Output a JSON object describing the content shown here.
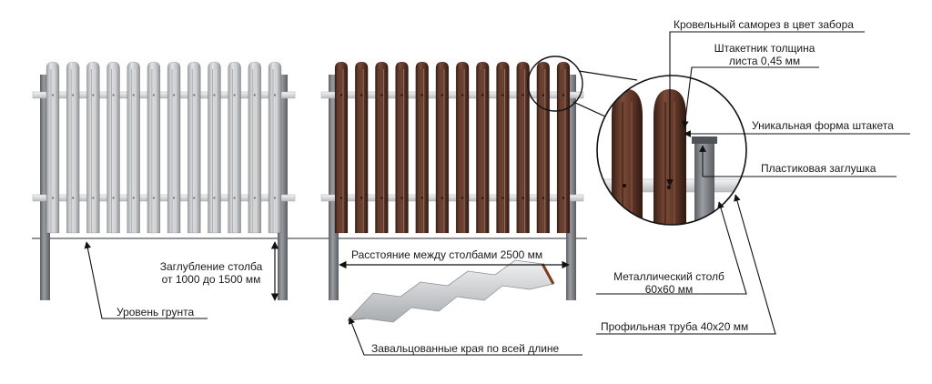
{
  "labels": {
    "screw": "Кровельный саморез в цвет забора",
    "thickness_l1": "Штакетник толщина",
    "thickness_l2": "листа 0,45 мм",
    "shape": "Уникальная форма штакета",
    "cap": "Пластиковая заглушка",
    "depth_l1": "Заглубление столба",
    "depth_l2": "от 1000 до 1500 мм",
    "distance": "Расстояние между столбами 2500 мм",
    "post_l1": "Металлический столб",
    "post_l2": "60x60 мм",
    "ground": "Уровень грунта",
    "pipe": "Профильная труба 40x20 мм",
    "edges": "Завальцованные края по всей длине"
  },
  "colors": {
    "grey_picket": "#c9cbcd",
    "brown_picket": "#5b3426",
    "post": "#7b7e82",
    "rail": "#e4e6e8"
  }
}
